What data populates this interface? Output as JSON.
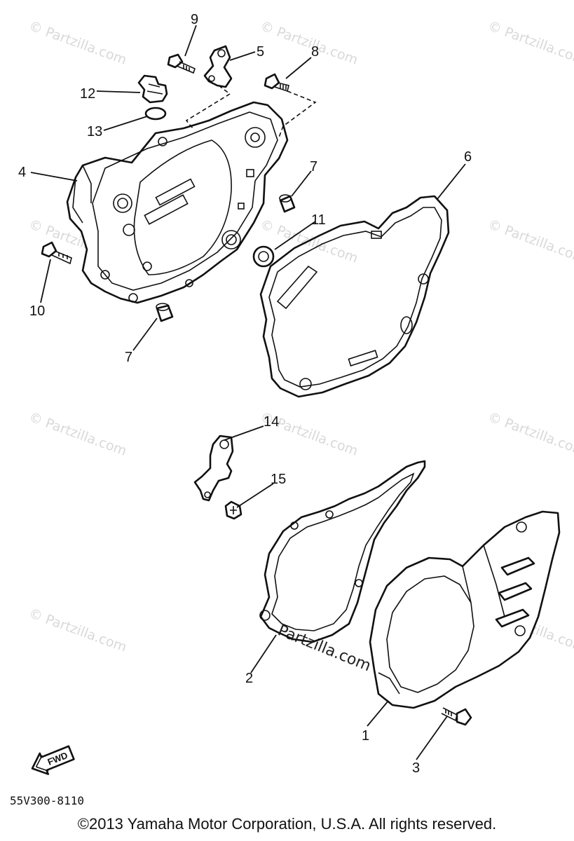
{
  "watermark": "© Partzilla.com",
  "center_watermark": "Partzilla.com",
  "diagram_code": "55V300-8110",
  "fwd_label": "FWD",
  "copyright": "©2013 Yamaha Motor Corporation, U.S.A. All rights reserved.",
  "callouts": {
    "c1": "1",
    "c2": "2",
    "c3": "3",
    "c4": "4",
    "c5": "5",
    "c6": "6",
    "c7a": "7",
    "c7b": "7",
    "c8": "8",
    "c9": "9",
    "c10": "10",
    "c11": "11",
    "c12": "12",
    "c13": "13",
    "c14": "14",
    "c15": "15"
  }
}
